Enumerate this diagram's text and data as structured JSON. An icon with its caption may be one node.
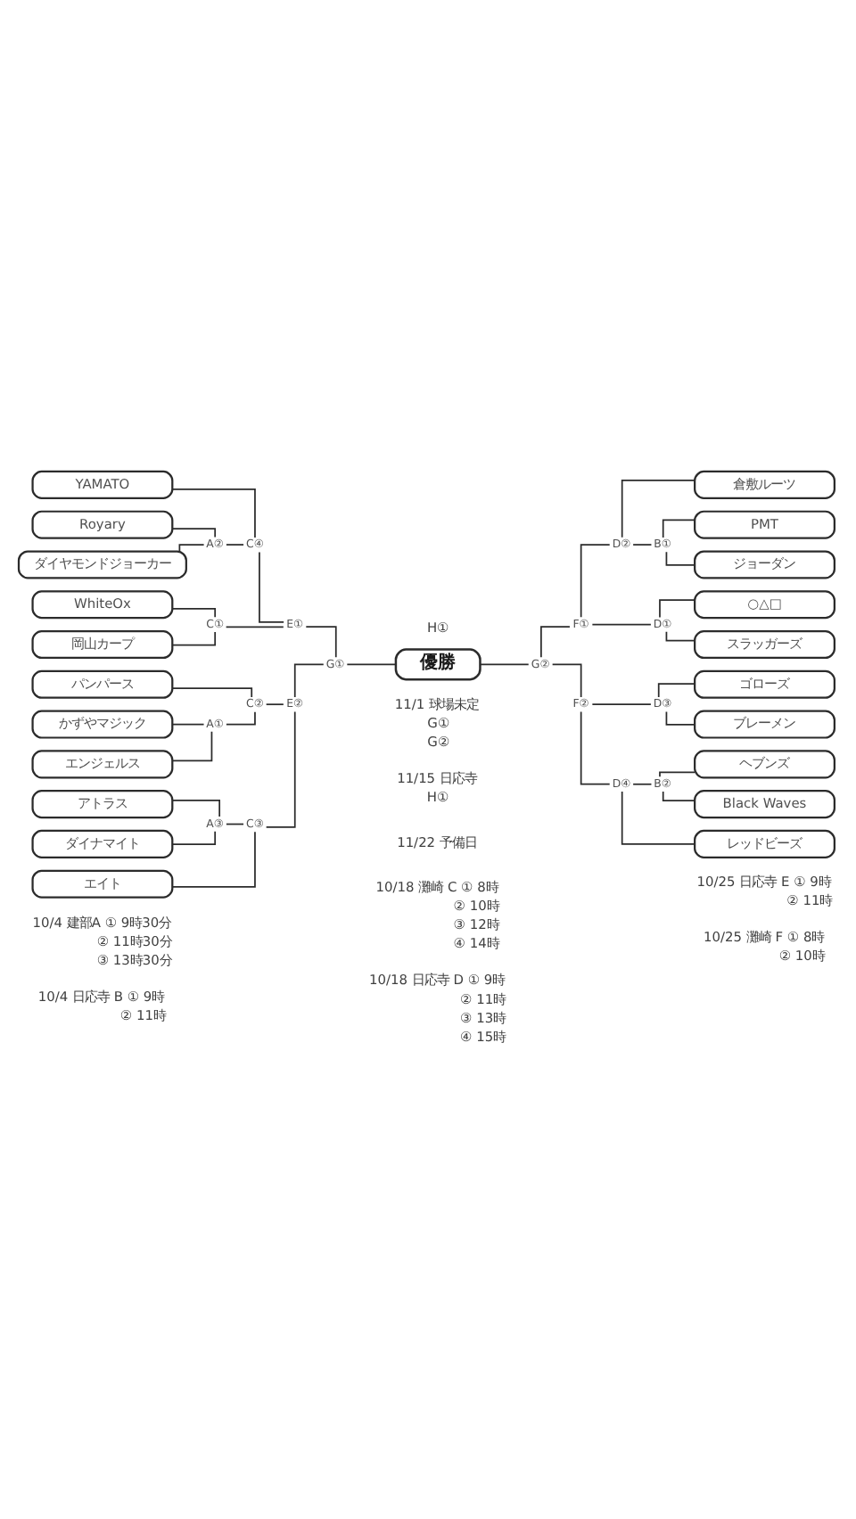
{
  "diagram": {
    "nodes": [
      {
        "text": [
          "YAMATO"
        ]
      },
      {
        "text": [
          "Royary"
        ]
      },
      {
        "text": [
          "ダイヤモンドジョーカー"
        ]
      },
      {
        "text": [
          "WhiteOx"
        ]
      },
      {
        "text": [
          "岡山カープ"
        ]
      },
      {
        "text": [
          "パンパース"
        ]
      },
      {
        "text": [
          "かずやマジック"
        ]
      },
      {
        "text": [
          "エンジェルス"
        ]
      },
      {
        "text": [
          "アトラス"
        ]
      },
      {
        "text": [
          "ダイナマイト"
        ]
      },
      {
        "text": [
          "エイト"
        ]
      },
      {
        "text": [
          "C④"
        ]
      },
      {
        "text": [
          "A②"
        ]
      },
      {
        "text": [
          "E①"
        ]
      },
      {
        "text": [
          "C①"
        ]
      },
      {
        "text": [
          "G①"
        ]
      },
      {
        "text": [
          "C②"
        ]
      },
      {
        "text": [
          "A①"
        ]
      },
      {
        "text": [
          "E②"
        ]
      },
      {
        "text": [
          "A③"
        ]
      },
      {
        "text": [
          "C③"
        ]
      },
      {
        "text": [
          "優勝"
        ],
        "beside": [
          "H①"
        ]
      },
      {
        "text": [
          "D②"
        ]
      },
      {
        "text": [
          "B①"
        ]
      },
      {
        "text": [
          "F①"
        ]
      },
      {
        "text": [
          "D①"
        ]
      },
      {
        "text": [
          "G②"
        ]
      },
      {
        "text": [
          "D③"
        ]
      },
      {
        "text": [
          "F②"
        ]
      },
      {
        "text": [
          "B②"
        ]
      },
      {
        "text": [
          "D④"
        ]
      },
      {
        "text": [
          "倉敷ルーツ"
        ]
      },
      {
        "text": [
          "PMT"
        ]
      },
      {
        "text": [
          "ジョーダン"
        ]
      },
      {
        "text": [
          "○△□"
        ]
      },
      {
        "text": [
          "スラッガーズ"
        ]
      },
      {
        "text": [
          "ゴローズ"
        ]
      },
      {
        "text": [
          "ブレーメン"
        ]
      },
      {
        "text": [
          "ヘブンズ"
        ]
      },
      {
        "text": [
          "Black Waves"
        ]
      },
      {
        "text": [
          "レッドビーズ"
        ]
      }
    ],
    "edges": [
      {
        "from": 1,
        "to": 12,
        "arrow": "none"
      },
      {
        "from": 2,
        "to": 12,
        "arrow": "none"
      },
      {
        "from": 0,
        "to": 11,
        "arrow": "none"
      },
      {
        "from": 12,
        "to": 11,
        "arrow": "none"
      },
      {
        "from": 3,
        "to": 14,
        "arrow": "none"
      },
      {
        "from": 4,
        "to": 14,
        "arrow": "none"
      },
      {
        "from": 11,
        "to": 13,
        "arrow": "none"
      },
      {
        "from": 14,
        "to": 13,
        "arrow": "none"
      },
      {
        "from": 6,
        "to": 17,
        "arrow": "none"
      },
      {
        "from": 7,
        "to": 17,
        "arrow": "none"
      },
      {
        "from": 5,
        "to": 16,
        "arrow": "none"
      },
      {
        "from": 17,
        "to": 16,
        "arrow": "none"
      },
      {
        "from": 8,
        "to": 19,
        "arrow": "none"
      },
      {
        "from": 9,
        "to": 19,
        "arrow": "none"
      },
      {
        "from": 19,
        "to": 20,
        "arrow": "none"
      },
      {
        "from": 10,
        "to": 20,
        "arrow": "none"
      },
      {
        "from": 16,
        "to": 18,
        "arrow": "none"
      },
      {
        "from": 20,
        "to": 18,
        "arrow": "none"
      },
      {
        "from": 13,
        "to": 15,
        "arrow": "none"
      },
      {
        "from": 18,
        "to": 15,
        "arrow": "none"
      },
      {
        "from": 15,
        "to": 21,
        "arrow": "none"
      },
      {
        "from": 21,
        "to": 26,
        "arrow": "none"
      },
      {
        "from": 26,
        "to": 24,
        "arrow": "none"
      },
      {
        "from": 26,
        "to": 28,
        "arrow": "none"
      },
      {
        "from": 24,
        "to": 22,
        "arrow": "none"
      },
      {
        "from": 24,
        "to": 25,
        "arrow": "none"
      },
      {
        "from": 22,
        "to": 31,
        "arrow": "none"
      },
      {
        "from": 22,
        "to": 23,
        "arrow": "none"
      },
      {
        "from": 23,
        "to": 32,
        "arrow": "none"
      },
      {
        "from": 23,
        "to": 33,
        "arrow": "none"
      },
      {
        "from": 25,
        "to": 34,
        "arrow": "none"
      },
      {
        "from": 25,
        "to": 35,
        "arrow": "none"
      },
      {
        "from": 28,
        "to": 27,
        "arrow": "none"
      },
      {
        "from": 28,
        "to": 30,
        "arrow": "none"
      },
      {
        "from": 27,
        "to": 36,
        "arrow": "none"
      },
      {
        "from": 27,
        "to": 37,
        "arrow": "none"
      },
      {
        "from": 30,
        "to": 29,
        "arrow": "none"
      },
      {
        "from": 30,
        "to": 40,
        "arrow": "none"
      },
      {
        "from": 29,
        "to": 38,
        "arrow": "none"
      },
      {
        "from": 29,
        "to": 39,
        "arrow": "none"
      }
    ],
    "labels": [
      "11/1 球場未定",
      "G①",
      "G②",
      "11/15 日応寺",
      "H①",
      "11/22 予備日",
      "10/4 建部A ① 9時30分",
      "② 11時30分",
      "③ 13時30分",
      "10/18 灘崎 C ① 8時",
      "② 10時",
      "③ 12時",
      "④ 14時",
      "10/25 日応寺 E ① 9時",
      "② 11時",
      "10/4 日応寺 B ① 9時",
      "② 11時",
      "10/18 日応寺 D ① 9時",
      "② 11時",
      "③ 13時",
      "④ 15時",
      "10/25 灘崎 F ① 8時",
      "② 10時"
    ]
  }
}
